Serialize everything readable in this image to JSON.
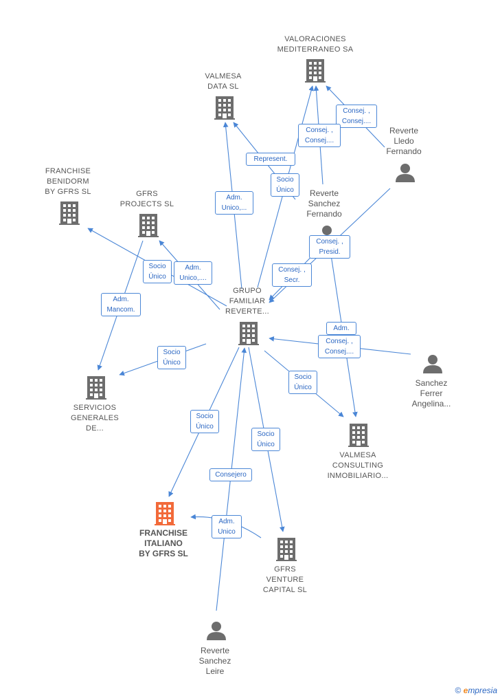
{
  "nodes": {
    "grupo": {
      "label": "GRUPO\nFAMILIAR\nREVERTE...",
      "kind": "company"
    },
    "valoraciones": {
      "label": "VALORACIONES\nMEDITERRANEO SA",
      "kind": "company"
    },
    "valmesa_data": {
      "label": "VALMESA\nDATA  SL",
      "kind": "company"
    },
    "franchise_benidorm": {
      "label": "FRANCHISE\nBENIDORM\nBY GFRS  SL",
      "kind": "company"
    },
    "gfrs_projects": {
      "label": "GFRS\nPROJECTS  SL",
      "kind": "company"
    },
    "servicios": {
      "label": "SERVICIOS\nGENERALES\nDE...",
      "kind": "company"
    },
    "valmesa_consulting": {
      "label": "VALMESA\nCONSULTING\nINMOBILIARIO...",
      "kind": "company"
    },
    "franchise_italiano": {
      "label": "FRANCHISE\nITALIANO\nBY GFRS  SL",
      "kind": "company-highlight"
    },
    "gfrs_venture": {
      "label": "GFRS\nVENTURE\nCAPITAL  SL",
      "kind": "company"
    },
    "reverte_lledo": {
      "label": "Reverte\nLledo\nFernando",
      "kind": "person"
    },
    "reverte_sanchez_fernando": {
      "label": "Reverte\nSanchez\nFernando",
      "kind": "person"
    },
    "sanchez_ferrer": {
      "label": "Sanchez\nFerrer\nAngelina...",
      "kind": "person"
    },
    "reverte_sanchez_leire": {
      "label": "Reverte\nSanchez\nLeire",
      "kind": "person"
    }
  },
  "edge_labels": {
    "consej_consej_top": "Consej. ,\nConsej....",
    "consej_consej_mid": "Consej. ,\nConsej....",
    "represent": "Represent.",
    "socio_unico_valoraciones": "Socio\nÚnico",
    "adm_unico_valmesa_data": "Adm.\nUnico,...",
    "consej_presid": "Consej. ,\nPresid.",
    "consej_secr": "Consej. ,\nSecr.",
    "socio_unico_benidorm": "Socio\nÚnico",
    "adm_unico_projects": "Adm.\nUnico,....",
    "adm_mancom": "Adm.\nMancom.",
    "adm_consulting": "Adm.",
    "consej_consej_consulting": "Consej. ,\nConsej....",
    "socio_unico_servicios": "Socio\nÚnico",
    "socio_unico_consulting": "Socio\nÚnico",
    "socio_unico_italiano": "Socio\nÚnico",
    "socio_unico_venture": "Socio\nÚnico",
    "consejero": "Consejero",
    "adm_unico_italiano": "Adm.\nUnico"
  },
  "colors": {
    "edge": "#4a86d6",
    "company_icon": "#6d6d6d",
    "highlight_icon": "#f26a3a",
    "person_icon": "#6d6d6d"
  },
  "footer": {
    "copyright": "©",
    "brand_initial": "e",
    "brand_rest": "mpresia"
  }
}
